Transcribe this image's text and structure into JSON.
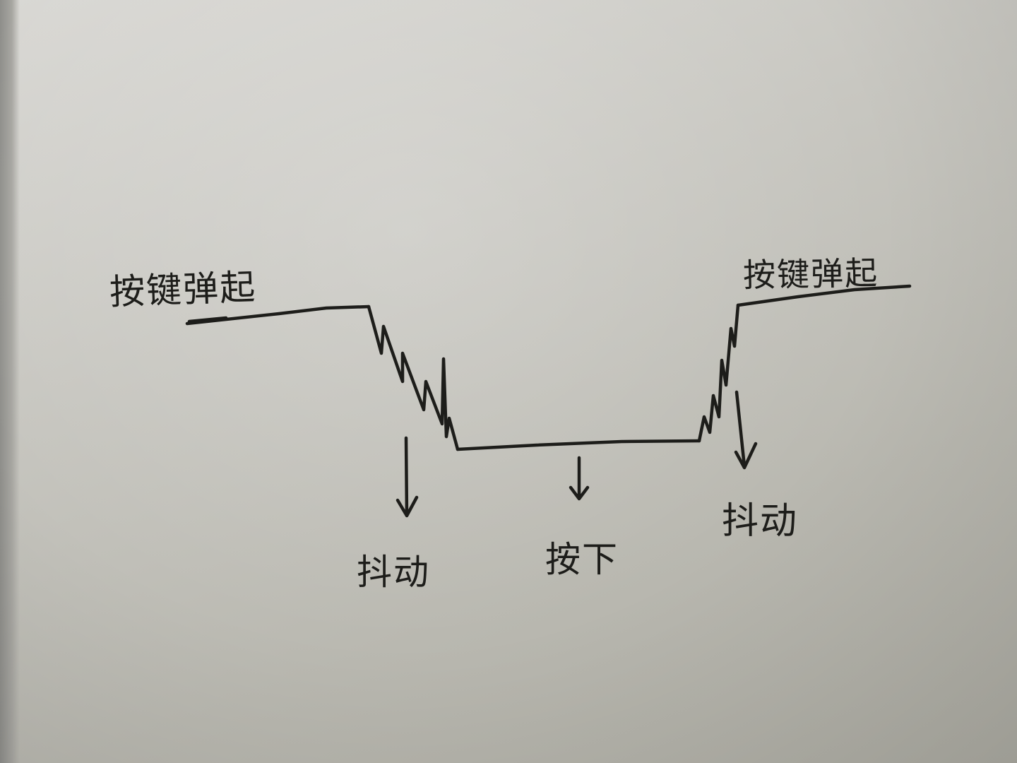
{
  "labels": {
    "release_left": "按键弹起",
    "release_right": "按键弹起",
    "bounce_left": "抖动",
    "pressed": "按下",
    "bounce_right": "抖动"
  },
  "colors": {
    "ink": "#1d1d1a",
    "paper": "#c8c7c1"
  }
}
